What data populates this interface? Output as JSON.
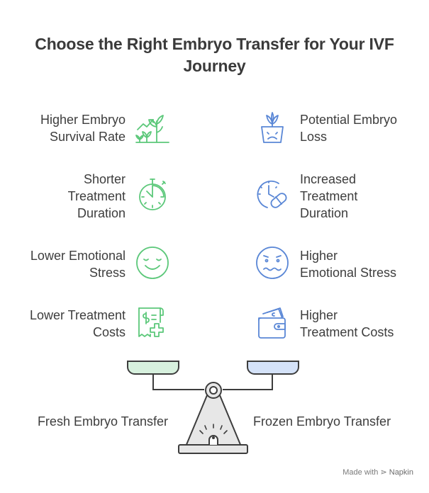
{
  "title": {
    "line1": "Choose the Right Embryo Transfer for Your IVF",
    "line2": "Journey"
  },
  "fresh": {
    "name": "Fresh Embryo Transfer",
    "color": "#5cc87a",
    "items": [
      {
        "line1": "Higher Embryo",
        "line2": "Survival Rate",
        "icon": "growing-plant-icon"
      },
      {
        "line1": "Shorter",
        "line2": "Treatment",
        "line3": "Duration",
        "icon": "stopwatch-icon"
      },
      {
        "line1": "Lower Emotional",
        "line2": "Stress",
        "icon": "calm-face-icon"
      },
      {
        "line1": "Lower Treatment",
        "line2": "Costs",
        "icon": "medical-receipt-icon"
      }
    ]
  },
  "frozen": {
    "name": "Frozen Embryo Transfer",
    "color": "#5a87d6",
    "items": [
      {
        "line1": "Potential Embryo",
        "line2": "Loss",
        "icon": "sad-plant-pot-icon"
      },
      {
        "line1": "Increased",
        "line2": "Treatment",
        "line3": "Duration",
        "icon": "clock-pill-icon"
      },
      {
        "line1": "Higher",
        "line2": "Emotional Stress",
        "icon": "worried-face-icon"
      },
      {
        "line1": "Higher",
        "line2": "Treatment Costs",
        "icon": "wallet-money-icon"
      }
    ]
  },
  "footer": {
    "made_with": "Made with",
    "brand": "Napkin"
  }
}
